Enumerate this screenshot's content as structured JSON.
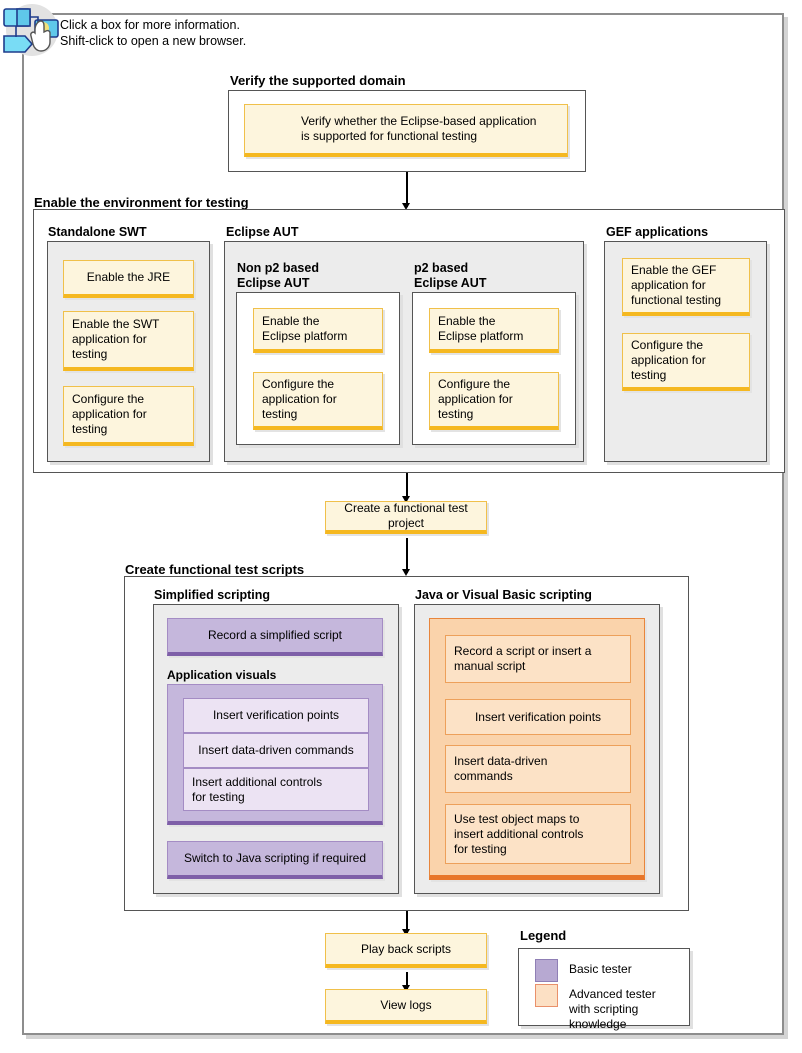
{
  "header": {
    "hint_line1": "Click a box for more information.",
    "hint_line2": "Shift-click to open a new browser.",
    "hint_text": "Click a box for more information.\nShift-click to open a new browser.",
    "icon": "flowchart-pointer-icon"
  },
  "colors": {
    "basic_tester": "#c5b7dc",
    "advanced_tester": "#fce2c6",
    "node_yellow_fill": "#fdf5dd",
    "node_yellow_accent": "#f5b820",
    "purple_accent": "#7e5fa8",
    "orange_accent": "#e8762a",
    "panel_gray": "#ececec",
    "frame_gray": "#8d8d8d"
  },
  "sections": {
    "verify": {
      "title": "Verify the supported domain",
      "nodes": [
        {
          "label": "Verify whether the Eclipse-based application\nis supported for functional testing"
        }
      ]
    },
    "enable_env": {
      "title": "Enable the environment for testing",
      "standalone_swt": {
        "title": "Standalone SWT",
        "nodes": [
          {
            "label": "Enable the JRE"
          },
          {
            "label": "Enable the SWT\napplication for\ntesting"
          },
          {
            "label": "Configure the\napplication for\ntesting"
          }
        ]
      },
      "eclipse_aut": {
        "title": "Eclipse AUT",
        "non_p2": {
          "title": "Non p2 based\nEclipse AUT",
          "nodes": [
            {
              "label": "Enable the\nEclipse platform"
            },
            {
              "label": "Configure the\napplication for\ntesting"
            }
          ]
        },
        "p2": {
          "title": "p2 based\nEclipse AUT",
          "nodes": [
            {
              "label": "Enable the\nEclipse platform"
            },
            {
              "label": "Configure the\napplication for\ntesting"
            }
          ]
        }
      },
      "gef": {
        "title": "GEF applications",
        "nodes": [
          {
            "label": "Enable the GEF\napplication for\nfunctional testing"
          },
          {
            "label": "Configure the\napplication for\ntesting"
          }
        ]
      }
    },
    "create_project": {
      "label": "Create a functional test project"
    },
    "create_scripts": {
      "title": "Create functional test scripts",
      "simplified": {
        "title": "Simplified scripting",
        "record_label": "Record a simplified script",
        "app_visuals_title": "Application visuals",
        "app_visuals_nodes": [
          {
            "label": "Insert verification points"
          },
          {
            "label": "Insert data-driven commands"
          },
          {
            "label": "Insert additional controls\nfor testing"
          }
        ],
        "switch_label": "Switch to Java scripting if required"
      },
      "java_vb": {
        "title": "Java or Visual Basic scripting",
        "nodes": [
          {
            "label": "Record a script or insert a\nmanual script"
          },
          {
            "label": "Insert verification points"
          },
          {
            "label": "Insert data-driven\ncommands"
          },
          {
            "label": "Use test object maps to\ninsert additional controls\nfor testing"
          }
        ]
      }
    },
    "playback": {
      "label": "Play back scripts"
    },
    "viewlogs": {
      "label": "View logs"
    }
  },
  "legend": {
    "title": "Legend",
    "items": [
      {
        "label": "Basic tester",
        "color": "#b7a9d2"
      },
      {
        "label": "Advanced tester\nwith scripting\nknowledge",
        "color": "#fce0c4"
      }
    ]
  }
}
